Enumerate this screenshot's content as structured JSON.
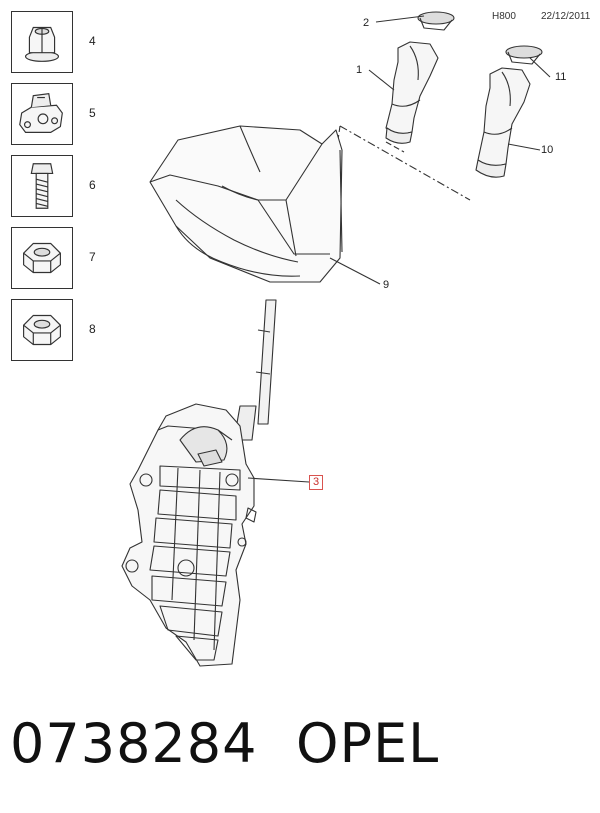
{
  "header": {
    "code": "H800",
    "date": "22/12/2011"
  },
  "thumbnails": [
    {
      "number": "4",
      "icon": "flange-nut-icon"
    },
    {
      "number": "5",
      "icon": "sensor-icon"
    },
    {
      "number": "6",
      "icon": "bolt-icon"
    },
    {
      "number": "7",
      "icon": "hex-nut-icon"
    },
    {
      "number": "8",
      "icon": "hex-nut-icon"
    }
  ],
  "callouts": {
    "c1": "1",
    "c2": "2",
    "c3": "3",
    "c9": "9",
    "c10": "10",
    "c11": "11"
  },
  "footer": {
    "part_number": "0738284",
    "brand": "OPEL"
  },
  "colors": {
    "line": "#333333",
    "highlight": "#d9534f"
  }
}
